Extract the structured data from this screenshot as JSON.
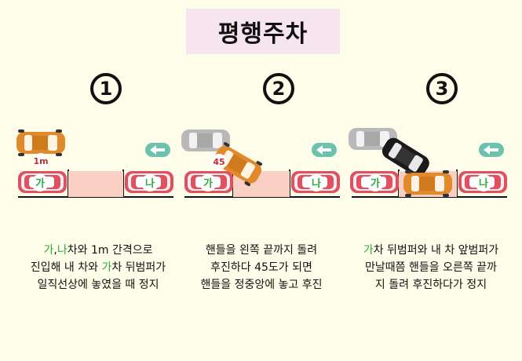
{
  "title": "평행주차",
  "steps": [
    {
      "number": "1",
      "distance_label": "1m",
      "car_ga": "가",
      "car_na": "나",
      "caption": [
        [
          {
            "text": "가",
            "hl": true
          },
          {
            "text": ",",
            "hl": false
          },
          {
            "text": "나",
            "hl": true
          },
          {
            "text": "차와 1m 간격으로",
            "hl": false
          }
        ],
        [
          {
            "text": "진입해 내 차와 ",
            "hl": false
          },
          {
            "text": "가",
            "hl": true
          },
          {
            "text": "차 뒤범퍼가",
            "hl": false
          }
        ],
        [
          {
            "text": "일직선상에 놓였을 때 정지",
            "hl": false
          }
        ]
      ]
    },
    {
      "number": "2",
      "angle_label": "45",
      "car_ga": "가",
      "car_na": "나",
      "caption": [
        [
          {
            "text": "핸들을 왼쪽 끝까지 돌려",
            "hl": false
          }
        ],
        [
          {
            "text": "후진하다 45도가 되면",
            "hl": false
          }
        ],
        [
          {
            "text": "핸들을 정중앙에 놓고 후진",
            "hl": false
          }
        ]
      ]
    },
    {
      "number": "3",
      "car_ga": "가",
      "car_na": "나",
      "caption": [
        [
          {
            "text": "가",
            "hl": true
          },
          {
            "text": "차 뒤범퍼와 내 차 앞범퍼가",
            "hl": false
          }
        ],
        [
          {
            "text": "만날때쯤 핸들을 오른쪽 끝까",
            "hl": false
          }
        ],
        [
          {
            "text": "지 돌려 후진하다가 정지",
            "hl": false
          }
        ]
      ]
    }
  ],
  "colors": {
    "orange_car": "#e08a2c",
    "gray_car": "#b9b9b9",
    "black_car": "#1a1a1a",
    "red_car": "#e2505f",
    "parking_space": "#fbd0c4",
    "arrow": "#6dc2ad",
    "highlight": "#2faa3a",
    "title_bg": "#f6e4ef"
  }
}
